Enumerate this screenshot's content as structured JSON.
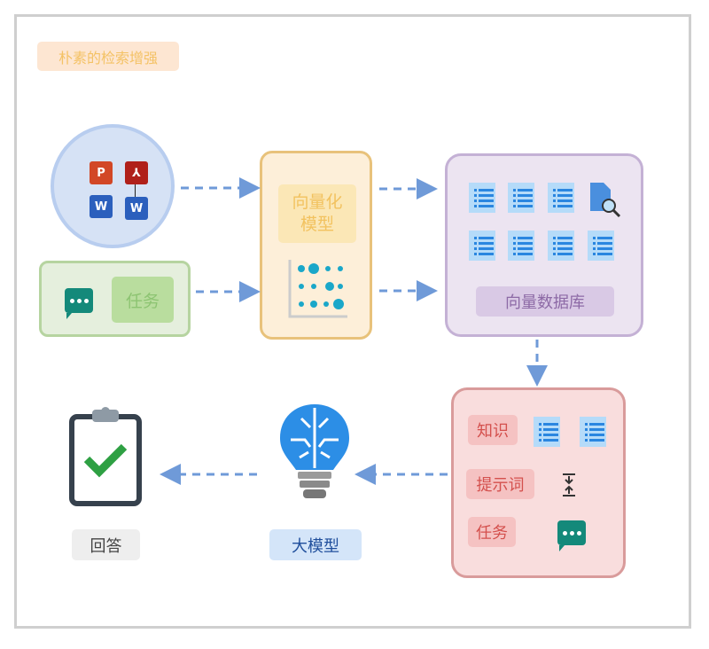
{
  "title": "朴素的检索增强",
  "inputs": {
    "task_label": "任务"
  },
  "embedding": {
    "label_line1": "向量化",
    "label_line2": "模型"
  },
  "vector_db": {
    "label": "向量数据库"
  },
  "prompt_box": {
    "knowledge": "知识",
    "prompt": "提示词",
    "task": "任务"
  },
  "llm": {
    "label": "大模型"
  },
  "answer": {
    "label": "回答"
  },
  "colors": {
    "arrow": "#6f9ad8"
  }
}
